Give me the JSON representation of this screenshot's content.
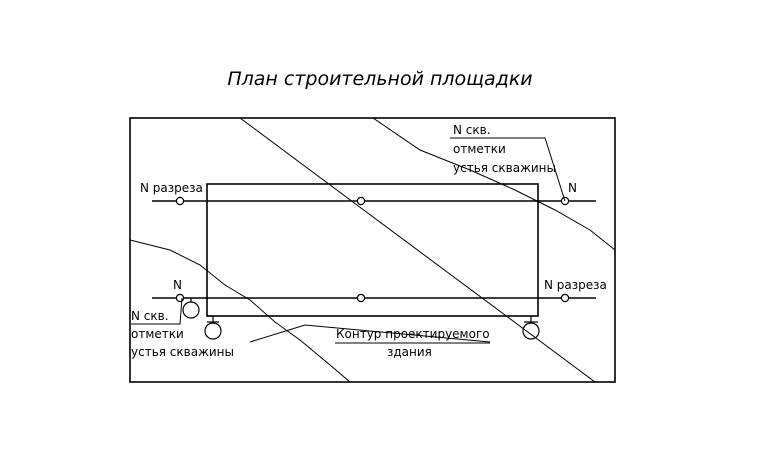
{
  "title": "План строительной площадки",
  "labels": {
    "borehole_top": "N скв.",
    "elev_top_1": "отметки",
    "elev_top_2": "устья скважины",
    "n_top_right": "N",
    "section_top": "N разреза",
    "n_bottom_left": "N",
    "section_bottom": "N разреза",
    "borehole_left": "N скв.",
    "elev_left_1": "отметки",
    "elev_left_2": "устья скважины",
    "contour_1": "Контур проектируемого",
    "contour_2": "здания"
  }
}
